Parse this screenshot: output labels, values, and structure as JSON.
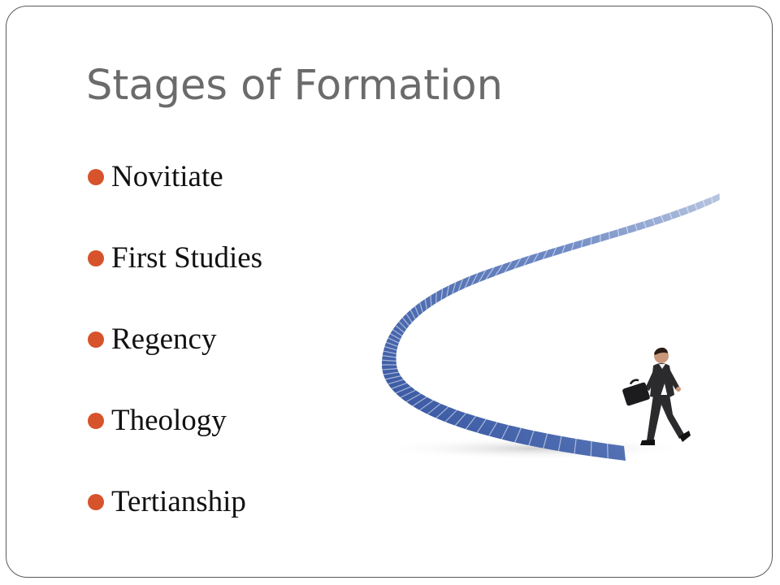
{
  "slide": {
    "title": "Stages of Formation",
    "bullets": [
      "Novitiate",
      "First Studies",
      "Regency",
      "Theology",
      "Tertianship"
    ],
    "illustration": {
      "subject": "businessman-walking-toward-spiral-staircase",
      "stair_color": "#3d5ea8",
      "bullet_color": "#d6532b",
      "title_color": "#6b6b6b"
    }
  }
}
